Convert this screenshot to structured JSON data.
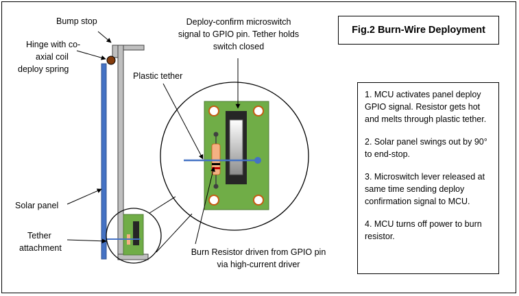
{
  "title": "Fig.2 Burn-Wire Deployment",
  "labels": {
    "bump_stop": "Bump stop",
    "hinge": [
      "Hinge with co-",
      "axial coil",
      "deploy spring"
    ],
    "microswitch": [
      "Deploy-confirm microswitch",
      "signal to GPIO pin. Tether holds",
      "switch closed"
    ],
    "plastic_tether": "Plastic tether",
    "solar_panel": "Solar panel",
    "tether_attachment": [
      "Tether",
      "attachment"
    ],
    "burn_resistor": [
      "Burn Resistor driven from GPIO pin",
      "via high-current driver"
    ]
  },
  "steps": [
    "1. MCU activates panel deploy GPIO signal.  Resistor gets hot and melts through plastic tether.",
    "2. Solar panel swings out by 90° to end-stop.",
    "3. Microswitch lever released at same time sending deploy confirmation signal to MCU.",
    "4. MCU turns off power to burn resistor."
  ],
  "colors": {
    "panel": "#4472c4",
    "frame": "#bfbfbf",
    "pcb": "#70ad47",
    "hinge": "#843c0c",
    "tether": "#4472c4",
    "switch": "#262626"
  }
}
